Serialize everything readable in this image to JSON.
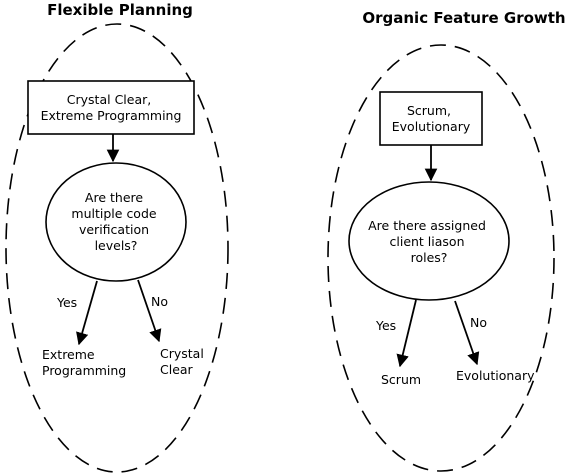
{
  "left": {
    "title": "Flexible Planning",
    "start_box": [
      "Crystal Clear,",
      "Extreme Programming"
    ],
    "question": [
      "Are there",
      "multiple code",
      "verification",
      "levels?"
    ],
    "yes_label": "Yes",
    "no_label": "No",
    "yes_outcome": [
      "Extreme",
      "Programming"
    ],
    "no_outcome": [
      "Crystal",
      "Clear"
    ]
  },
  "right": {
    "title": "Organic Feature Growth",
    "start_box": [
      "Scrum,",
      "Evolutionary"
    ],
    "question": [
      "Are there assigned",
      "client liason",
      "roles?"
    ],
    "yes_label": "Yes",
    "no_label": "No",
    "yes_outcome": [
      "Scrum"
    ],
    "no_outcome": [
      "Evolutionary"
    ]
  }
}
